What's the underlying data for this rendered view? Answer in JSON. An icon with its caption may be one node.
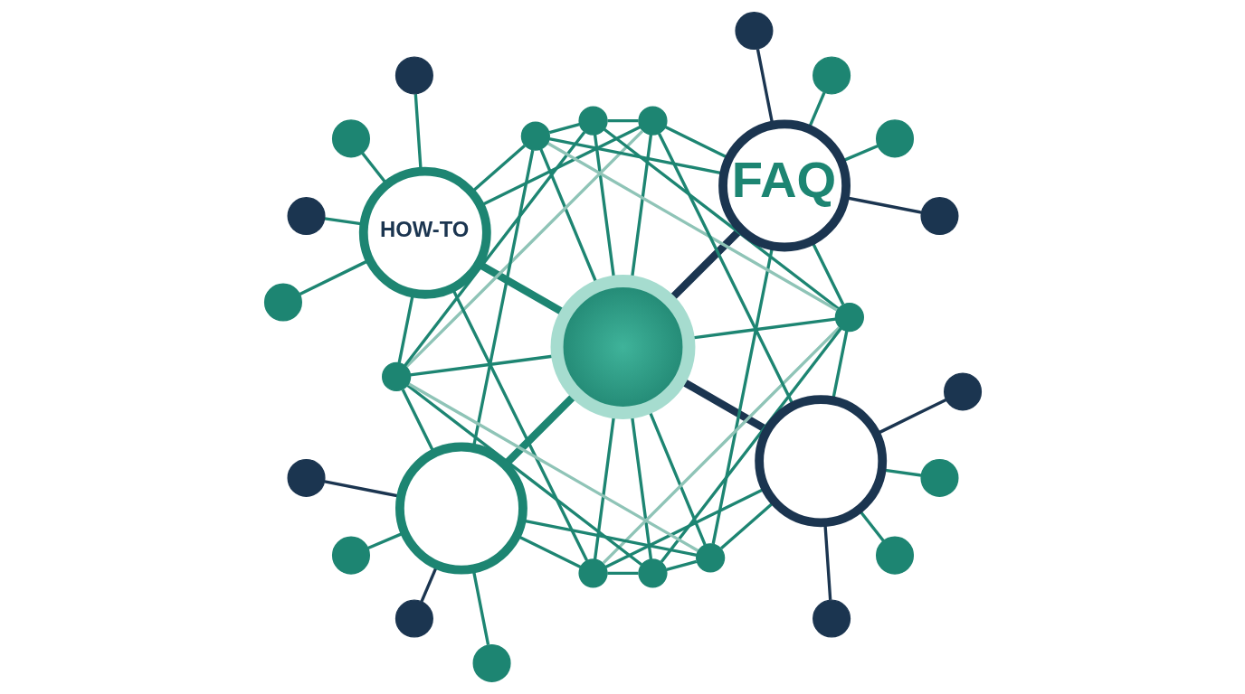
{
  "diagram": {
    "nodes": [
      {
        "text": [],
        "shape": "circle"
      },
      {
        "text": [
          "HOW-TO"
        ]
      },
      {
        "text": [
          "FAQ"
        ]
      },
      {
        "text": [],
        "shape": "circle"
      },
      {
        "text": [],
        "shape": "circle"
      },
      {
        "text": [],
        "shape": "circle"
      },
      {
        "text": [],
        "shape": "circle"
      },
      {
        "text": [],
        "shape": "circle"
      },
      {
        "text": [],
        "shape": "circle"
      },
      {
        "text": [],
        "shape": "circle"
      },
      {
        "text": [],
        "shape": "circle"
      },
      {
        "text": [],
        "shape": "circle"
      },
      {
        "text": [],
        "shape": "circle"
      },
      {
        "text": [],
        "shape": "circle"
      },
      {
        "text": [],
        "shape": "circle"
      },
      {
        "text": [],
        "shape": "circle"
      },
      {
        "text": [],
        "shape": "circle"
      },
      {
        "text": [],
        "shape": "circle"
      },
      {
        "text": [],
        "shape": "circle"
      },
      {
        "text": [],
        "shape": "circle"
      },
      {
        "text": [],
        "shape": "circle"
      },
      {
        "text": [],
        "shape": "circle"
      },
      {
        "text": [],
        "shape": "circle"
      },
      {
        "text": [],
        "shape": "circle"
      },
      {
        "text": [],
        "shape": "circle"
      },
      {
        "text": [],
        "shape": "circle"
      },
      {
        "text": [],
        "shape": "circle"
      },
      {
        "text": [],
        "shape": "circle"
      },
      {
        "text": [],
        "shape": "circle"
      }
    ],
    "edges": [
      {
        "from": 0,
        "to": 21,
        "arrow": "none"
      },
      {
        "from": 0,
        "to": 23,
        "arrow": "none"
      },
      {
        "from": 0,
        "to": 2,
        "arrow": "none",
        "style": "thick",
        "color": "#1b3550"
      },
      {
        "from": 0,
        "to": 25,
        "arrow": "none"
      },
      {
        "from": 0,
        "to": 4,
        "arrow": "none",
        "style": "thick",
        "color": "#1b3550"
      },
      {
        "from": 0,
        "to": 28,
        "arrow": "none"
      },
      {
        "from": 0,
        "to": 27,
        "arrow": "none"
      },
      {
        "from": 0,
        "to": 26,
        "arrow": "none"
      },
      {
        "from": 0,
        "to": 3,
        "arrow": "none",
        "style": "thick"
      },
      {
        "from": 0,
        "to": 24,
        "arrow": "none"
      },
      {
        "from": 0,
        "to": 1,
        "arrow": "none",
        "style": "thick"
      },
      {
        "from": 0,
        "to": 22,
        "arrow": "none"
      },
      {
        "from": 1,
        "to": 5,
        "arrow": "none"
      },
      {
        "from": 1,
        "to": 6,
        "arrow": "none"
      },
      {
        "from": 1,
        "to": 7,
        "arrow": "none"
      },
      {
        "from": 1,
        "to": 8,
        "arrow": "none"
      },
      {
        "from": 2,
        "to": 9,
        "arrow": "none",
        "color": "#1b3550"
      },
      {
        "from": 2,
        "to": 10,
        "arrow": "none"
      },
      {
        "from": 2,
        "to": 11,
        "arrow": "none"
      },
      {
        "from": 2,
        "to": 12,
        "arrow": "none",
        "color": "#1b3550"
      },
      {
        "from": 3,
        "to": 13,
        "arrow": "none",
        "color": "#1b3550"
      },
      {
        "from": 3,
        "to": 14,
        "arrow": "none"
      },
      {
        "from": 3,
        "to": 15,
        "arrow": "none",
        "color": "#1b3550"
      },
      {
        "from": 3,
        "to": 16,
        "arrow": "none"
      },
      {
        "from": 4,
        "to": 17,
        "arrow": "none",
        "color": "#1b3550"
      },
      {
        "from": 4,
        "to": 18,
        "arrow": "none"
      },
      {
        "from": 4,
        "to": 19,
        "arrow": "none"
      },
      {
        "from": 4,
        "to": 20,
        "arrow": "none",
        "color": "#1b3550"
      },
      {
        "from": 22,
        "to": 21,
        "arrow": "none"
      },
      {
        "from": 21,
        "to": 23,
        "arrow": "none"
      },
      {
        "from": 23,
        "to": 2,
        "arrow": "none"
      },
      {
        "from": 2,
        "to": 25,
        "arrow": "none"
      },
      {
        "from": 25,
        "to": 4,
        "arrow": "none"
      },
      {
        "from": 4,
        "to": 28,
        "arrow": "none"
      },
      {
        "from": 28,
        "to": 27,
        "arrow": "none"
      },
      {
        "from": 27,
        "to": 26,
        "arrow": "none"
      },
      {
        "from": 26,
        "to": 3,
        "arrow": "none"
      },
      {
        "from": 3,
        "to": 24,
        "arrow": "none"
      },
      {
        "from": 24,
        "to": 1,
        "arrow": "none"
      },
      {
        "from": 1,
        "to": 22,
        "arrow": "none"
      },
      {
        "from": 21,
        "to": 24,
        "arrow": "none"
      },
      {
        "from": 21,
        "to": 25,
        "arrow": "none"
      },
      {
        "from": 27,
        "to": 24,
        "arrow": "none"
      },
      {
        "from": 27,
        "to": 25,
        "arrow": "none"
      },
      {
        "from": 22,
        "to": 25,
        "arrow": "none",
        "color": "#8fc4b7"
      },
      {
        "from": 23,
        "to": 24,
        "arrow": "none",
        "color": "#8fc4b7"
      },
      {
        "from": 26,
        "to": 25,
        "arrow": "none",
        "color": "#8fc4b7"
      },
      {
        "from": 28,
        "to": 24,
        "arrow": "none",
        "color": "#8fc4b7"
      },
      {
        "from": 22,
        "to": 2,
        "arrow": "none"
      },
      {
        "from": 23,
        "to": 1,
        "arrow": "none"
      },
      {
        "from": 26,
        "to": 4,
        "arrow": "none"
      },
      {
        "from": 28,
        "to": 3,
        "arrow": "none"
      },
      {
        "from": 1,
        "to": 26,
        "arrow": "none"
      },
      {
        "from": 2,
        "to": 28,
        "arrow": "none"
      },
      {
        "from": 3,
        "to": 22,
        "arrow": "none"
      },
      {
        "from": 4,
        "to": 23,
        "arrow": "none"
      }
    ]
  }
}
